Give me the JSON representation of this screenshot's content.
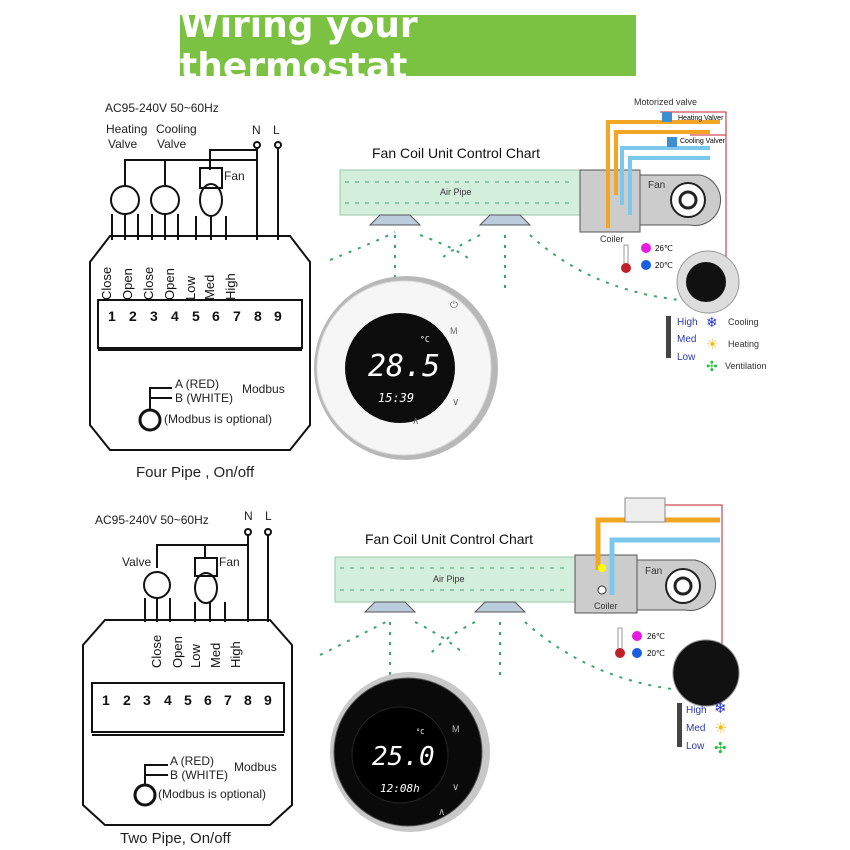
{
  "title": "Wiring your thermostat",
  "colors": {
    "banner": "#7cc242",
    "air_pipe": "#d4eedc",
    "hot_pipe": "#f3a623",
    "cold_pipe": "#7cc8ec",
    "wire": "#c0202a",
    "hot_dot": "#e819e0",
    "cold_dot": "#1a5fe0"
  },
  "panels": [
    {
      "power": "AC95-240V  50~60Hz",
      "valve_labels": [
        "Heating",
        "Valve",
        "Cooling",
        "Valve"
      ],
      "fan": "Fan",
      "n": "N",
      "l": "L",
      "terminal_labels": [
        "Close",
        "Open",
        "Close",
        "Open",
        "Low",
        "Med",
        "High"
      ],
      "terminal_numbers": [
        "1",
        "2",
        "3",
        "4",
        "5",
        "6",
        "7",
        "8",
        "9"
      ],
      "modbus_a": "A (RED)",
      "modbus_b": "B (WHITE)",
      "modbus": "Modbus",
      "modbus_note": "(Modbus is optional)",
      "caption": "Four Pipe , On/off",
      "chart_title": "Fan Coil Unit Control Chart",
      "air_pipe": "Air Pipe",
      "motorized_valve": "Motorized valve",
      "heating_valve": "Heating Valver",
      "cooling_valve": "Cooling Valver",
      "fan_unit": "Fan",
      "coiler": "Coiler",
      "temp_hot": "26℃",
      "temp_cold": "20℃",
      "speeds": [
        "High",
        "Med",
        "Low"
      ],
      "modes": [
        "Cooling",
        "Heating",
        "Ventilation"
      ],
      "display_temp": "28.5",
      "display_unit": "°C",
      "display_time": "15:39"
    },
    {
      "power": "AC95-240V  50~60Hz",
      "valve": "Valve",
      "fan": "Fan",
      "n": "N",
      "l": "L",
      "terminal_labels": [
        "Close",
        "Open",
        "Low",
        "Med",
        "High"
      ],
      "terminal_numbers": [
        "1",
        "2",
        "3",
        "4",
        "5",
        "6",
        "7",
        "8",
        "9"
      ],
      "modbus_a": "A (RED)",
      "modbus_b": "B (WHITE)",
      "modbus": "Modbus",
      "modbus_note": "(Modbus is optional)",
      "caption": "Two Pipe, On/off",
      "chart_title": "Fan Coil Unit Control Chart",
      "air_pipe": "Air Pipe",
      "fan_unit": "Fan",
      "coiler": "Coiler",
      "temp_hot": "26℃",
      "temp_cold": "20℃",
      "speeds": [
        "High",
        "Med",
        "Low"
      ],
      "display_temp": "25.0",
      "display_unit": "°C",
      "display_time": "12:08h"
    }
  ]
}
